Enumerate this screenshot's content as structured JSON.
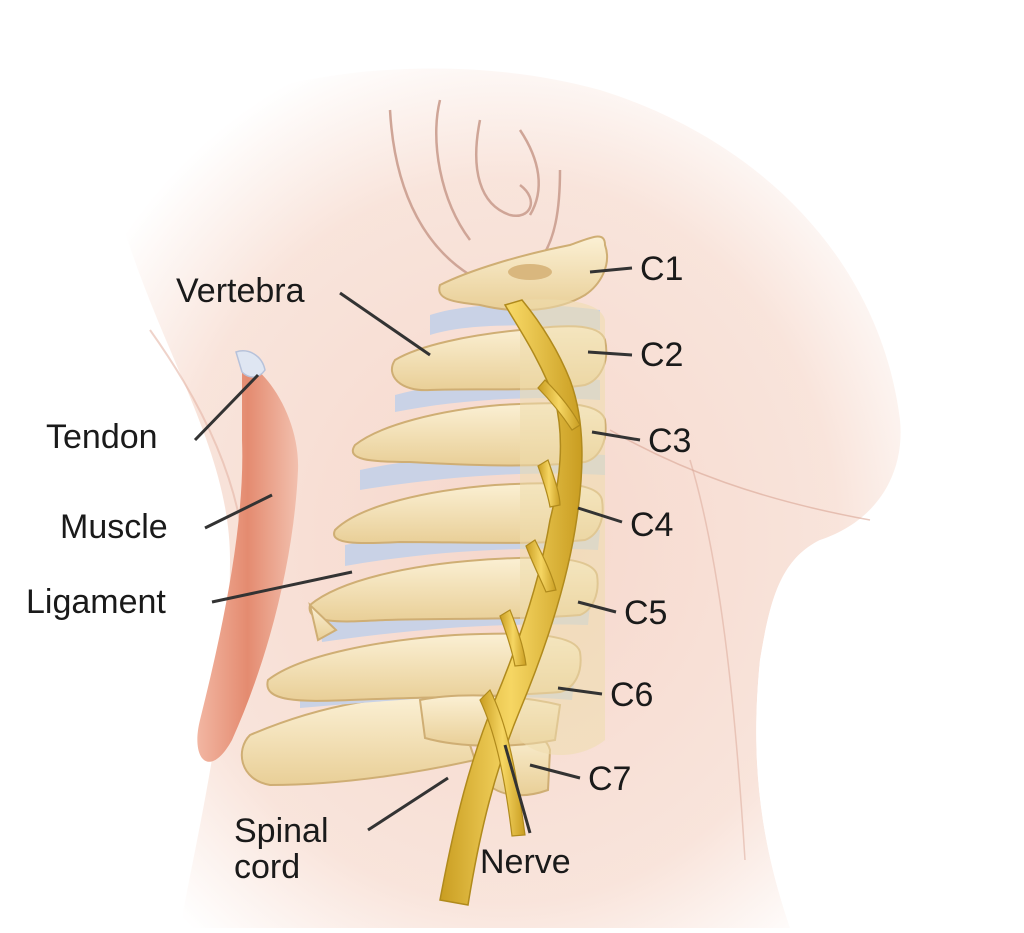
{
  "labels": {
    "vertebra": "Vertebra",
    "tendon": "Tendon",
    "muscle": "Muscle",
    "ligament": "Ligament",
    "spinal_cord_line1": "Spinal",
    "spinal_cord_line2": "cord",
    "nerve": "Nerve",
    "c1": "C1",
    "c2": "C2",
    "c3": "C3",
    "c4": "C4",
    "c5": "C5",
    "c6": "C6",
    "c7": "C7"
  },
  "colors": {
    "skin": "#f7ddd2",
    "bone": "#f3e2b8",
    "bone_shadow": "#d9b77e",
    "disc": "#c9d2e6",
    "nerve": "#e7c24a",
    "muscle": "#e6987f",
    "leader": "#333333"
  }
}
